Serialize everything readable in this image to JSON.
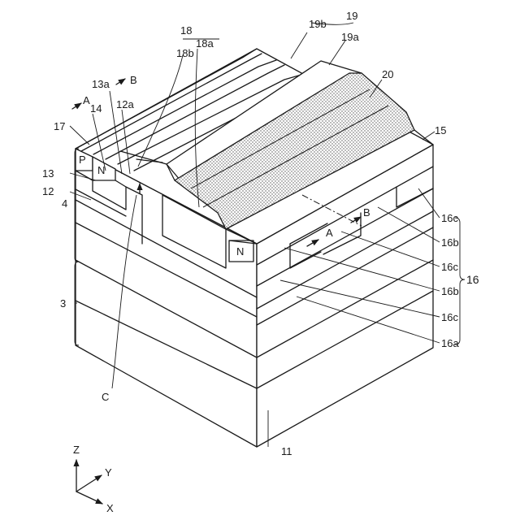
{
  "labels": {
    "n3": "3",
    "n4": "4",
    "n11": "11",
    "n12": "12",
    "n12a": "12a",
    "n13": "13",
    "n13a": "13a",
    "n14": "14",
    "n15": "15",
    "n16": "16",
    "n16a": "16a",
    "n16b_1": "16b",
    "n16b_2": "16b",
    "n16c_1": "16c",
    "n16c_2": "16c",
    "n16c_3": "16c",
    "n17": "17",
    "n18": "18",
    "n18a": "18a",
    "n18b": "18b",
    "n19": "19",
    "n19a": "19a",
    "n19b": "19b",
    "n20": "20",
    "A_left": "A",
    "B_left": "B",
    "A_right": "A",
    "B_right": "B",
    "C": "C",
    "P": "P",
    "N_left": "N",
    "N_bottom": "N"
  },
  "axes": {
    "z": "Z",
    "y": "Y",
    "x": "X"
  }
}
